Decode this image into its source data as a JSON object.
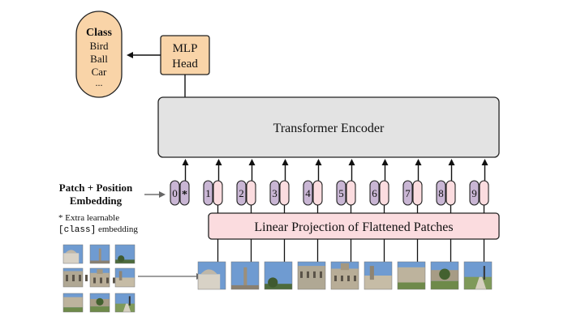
{
  "class_box": {
    "title": "Class",
    "items": [
      "Bird",
      "Ball",
      "Car",
      "..."
    ]
  },
  "mlp_head": {
    "line1": "MLP",
    "line2": "Head"
  },
  "encoder": {
    "label": "Transformer Encoder"
  },
  "projection": {
    "label": "Linear Projection of Flattened Patches"
  },
  "patch_position": {
    "line1": "Patch + Position",
    "line2": "Embedding"
  },
  "extra_note": {
    "star": "* Extra learnable",
    "code": "[class]",
    "rest": " embedding"
  },
  "tokens": {
    "class_index": "0",
    "class_mark": "*",
    "indices": [
      "1",
      "2",
      "3",
      "4",
      "5",
      "6",
      "7",
      "8",
      "9"
    ]
  },
  "colors": {
    "class_fill": "#f9d4a8",
    "class_stroke": "#222222",
    "encoder_fill": "#e3e3e3",
    "projection_fill": "#fbdcdf",
    "position_token_fill": "#c9b6d4",
    "patch_token_fill": "#fbdcdf",
    "arrow": "#111111",
    "input_arrow": "#666666",
    "sky": "#6f9bd1",
    "building": "#b8ad97",
    "grass": "#6e8a4a"
  }
}
